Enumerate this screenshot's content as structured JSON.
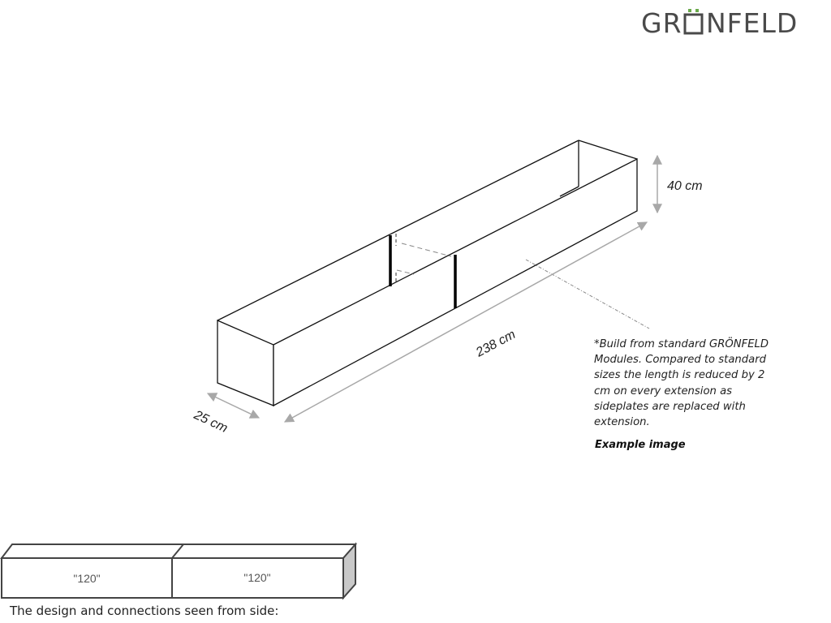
{
  "brand": {
    "logo_text": "GRÖNFELD",
    "logo_prefix": "GR",
    "logo_suffix": "NFELD",
    "logo_color": "#4a4a4a",
    "logo_dots_color": "#6aaa4a"
  },
  "drawing": {
    "dimensions": {
      "height": "40 cm",
      "length": "238 cm",
      "width": "25 cm"
    },
    "line_color": "#111111",
    "dimension_arrow_color": "#a8a8a8"
  },
  "note": {
    "text": "*Build from standard GRÖNFELD Modules. Compared to standard sizes the length is reduced by 2 cm on every extension as sideplates are replaced with extension.",
    "example_label": "Example image"
  },
  "side_view": {
    "modules": [
      {
        "label": "\"120\""
      },
      {
        "label": "\"120\""
      }
    ],
    "caption": "The design and connections seen from side:"
  }
}
